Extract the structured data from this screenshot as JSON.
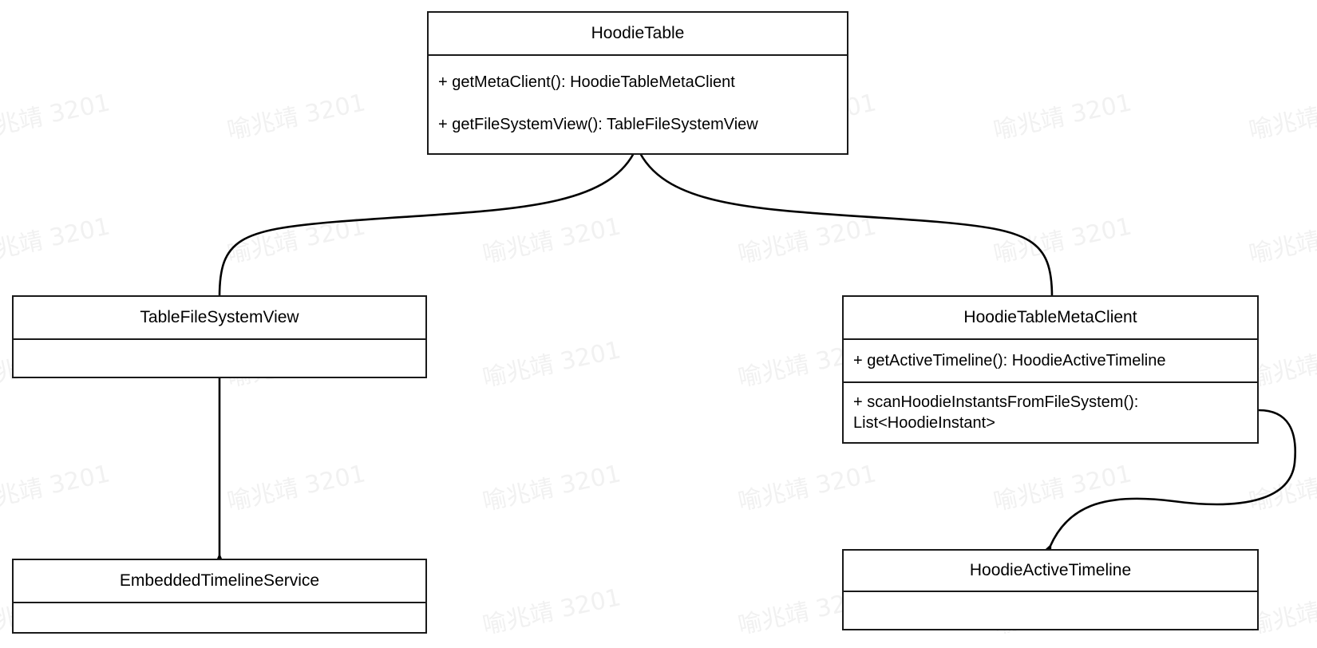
{
  "diagram": {
    "type": "uml-class-diagram",
    "background_color": "#ffffff",
    "line_color": "#1a1a1a",
    "text_color": "#000000",
    "watermark": {
      "text": "喻兆靖 3201",
      "color": "#f1f1f1"
    }
  },
  "classes": {
    "hoodie_table": {
      "name": "HoodieTable",
      "members": [
        "+ getMetaClient(): HoodieTableMetaClient",
        "+ getFileSystemView(): TableFileSystemView"
      ]
    },
    "table_file_system_view": {
      "name": "TableFileSystemView",
      "members": []
    },
    "hoodie_table_meta_client": {
      "name": "HoodieTableMetaClient",
      "members": [
        "+ getActiveTimeline(): HoodieActiveTimeline",
        "+ scanHoodieInstantsFromFileSystem():\nList<HoodieInstant>"
      ]
    },
    "embedded_timeline_service": {
      "name": "EmbeddedTimelineService",
      "members": []
    },
    "hoodie_active_timeline": {
      "name": "HoodieActiveTimeline",
      "members": []
    }
  },
  "relationships": [
    {
      "from": "TableFileSystemView",
      "to": "HoodieTable",
      "style": "curved",
      "arrow": "open-arrow"
    },
    {
      "from": "HoodieTableMetaClient",
      "to": "HoodieTable",
      "style": "curved",
      "arrow": "open-arrow"
    },
    {
      "from": "TableFileSystemView",
      "to": "EmbeddedTimelineService",
      "style": "straight",
      "arrow": "open-arrow"
    },
    {
      "from": "HoodieTableMetaClient",
      "to": "HoodieActiveTimeline",
      "style": "curved",
      "arrow": "open-arrow"
    }
  ]
}
